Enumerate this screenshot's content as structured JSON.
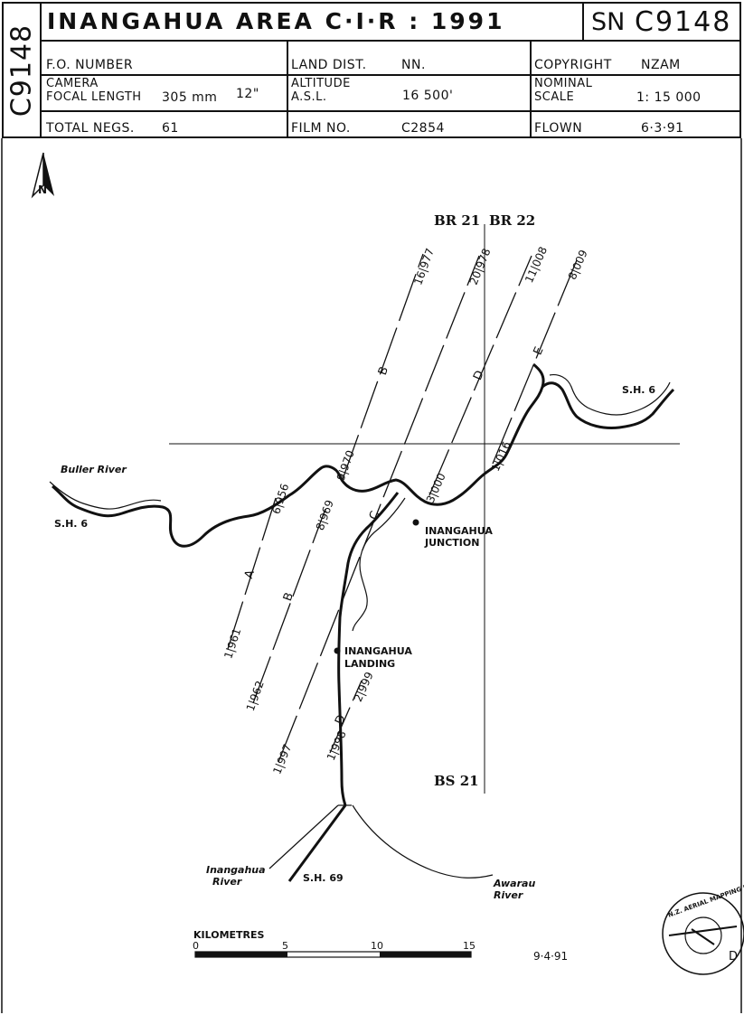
{
  "sheet": {
    "side_id": "C9148",
    "title": "INANGAHUA AREA C·I·R : 1991",
    "sn_label": "SN",
    "sn_value": "C9148"
  },
  "header": {
    "fo_number_label": "F.O. NUMBER",
    "land_dist_label": "LAND DIST.",
    "land_dist_value": "NN.",
    "copyright_label": "COPYRIGHT",
    "copyright_value": "NZAM",
    "camera_label_1": "CAMERA",
    "camera_label_2": "FOCAL LENGTH",
    "focal_length_mm": "305 mm",
    "focal_length_in": "12\"",
    "altitude_label_1": "ALTITUDE",
    "altitude_label_2": "A.S.L.",
    "altitude_value": "16 500'",
    "scale_label_1": "NOMINAL",
    "scale_label_2": "SCALE",
    "scale_value": "1: 15 000",
    "total_negs_label": "TOTAL NEGS.",
    "total_negs_value": "61",
    "film_no_label": "FILM NO.",
    "film_no_value": "C2854",
    "flown_label": "FLOWN",
    "flown_value": "6·3·91"
  },
  "map": {
    "north_label": "N",
    "grid_labels": {
      "br21": "BR 21",
      "br22": "BR 22",
      "bs21": "BS 21"
    },
    "places": {
      "buller_river": "Buller River",
      "sh6_west": "S.H. 6",
      "sh6_east": "S.H. 6",
      "inangahua_junction_1": "INANGAHUA",
      "inangahua_junction_2": "JUNCTION",
      "inangahua_landing_1": "INANGAHUA",
      "inangahua_landing_2": "LANDING",
      "inangahua_river_1": "Inangahua",
      "inangahua_river_2": "River",
      "sh69": "S.H. 69",
      "awarau_river_1": "Awarau",
      "awarau_river_2": "River"
    },
    "flight_runs": [
      {
        "run": "A",
        "start_frame": "1",
        "start_neg": "961",
        "end_frame": "6",
        "end_neg": "956"
      },
      {
        "run": "B",
        "start_frame": "1",
        "start_neg": "962",
        "end_frame": "8",
        "end_neg": "969"
      },
      {
        "run": "B",
        "start_frame": "9",
        "start_neg": "970",
        "end_frame": "16",
        "end_neg": "977"
      },
      {
        "run": "C",
        "start_frame": "1",
        "start_neg": "997",
        "end_frame": "20",
        "end_neg": "978"
      },
      {
        "run": "D",
        "start_frame": "1",
        "start_neg": "998",
        "end_frame": "2",
        "end_neg": "999"
      },
      {
        "run": "D",
        "start_frame": "3",
        "start_neg": "000",
        "end_frame": "11",
        "end_neg": "008"
      },
      {
        "run": "E",
        "start_frame": "1",
        "start_neg": "016",
        "end_frame": "8",
        "end_neg": "009"
      }
    ],
    "scale_bar": {
      "title": "KILOMETRES",
      "ticks": [
        "0",
        "5",
        "10",
        "15"
      ]
    },
    "date": "9·4·91",
    "stamp": {
      "text": "N.Z. AERIAL MAPPING LTD.",
      "letter": "D"
    }
  }
}
